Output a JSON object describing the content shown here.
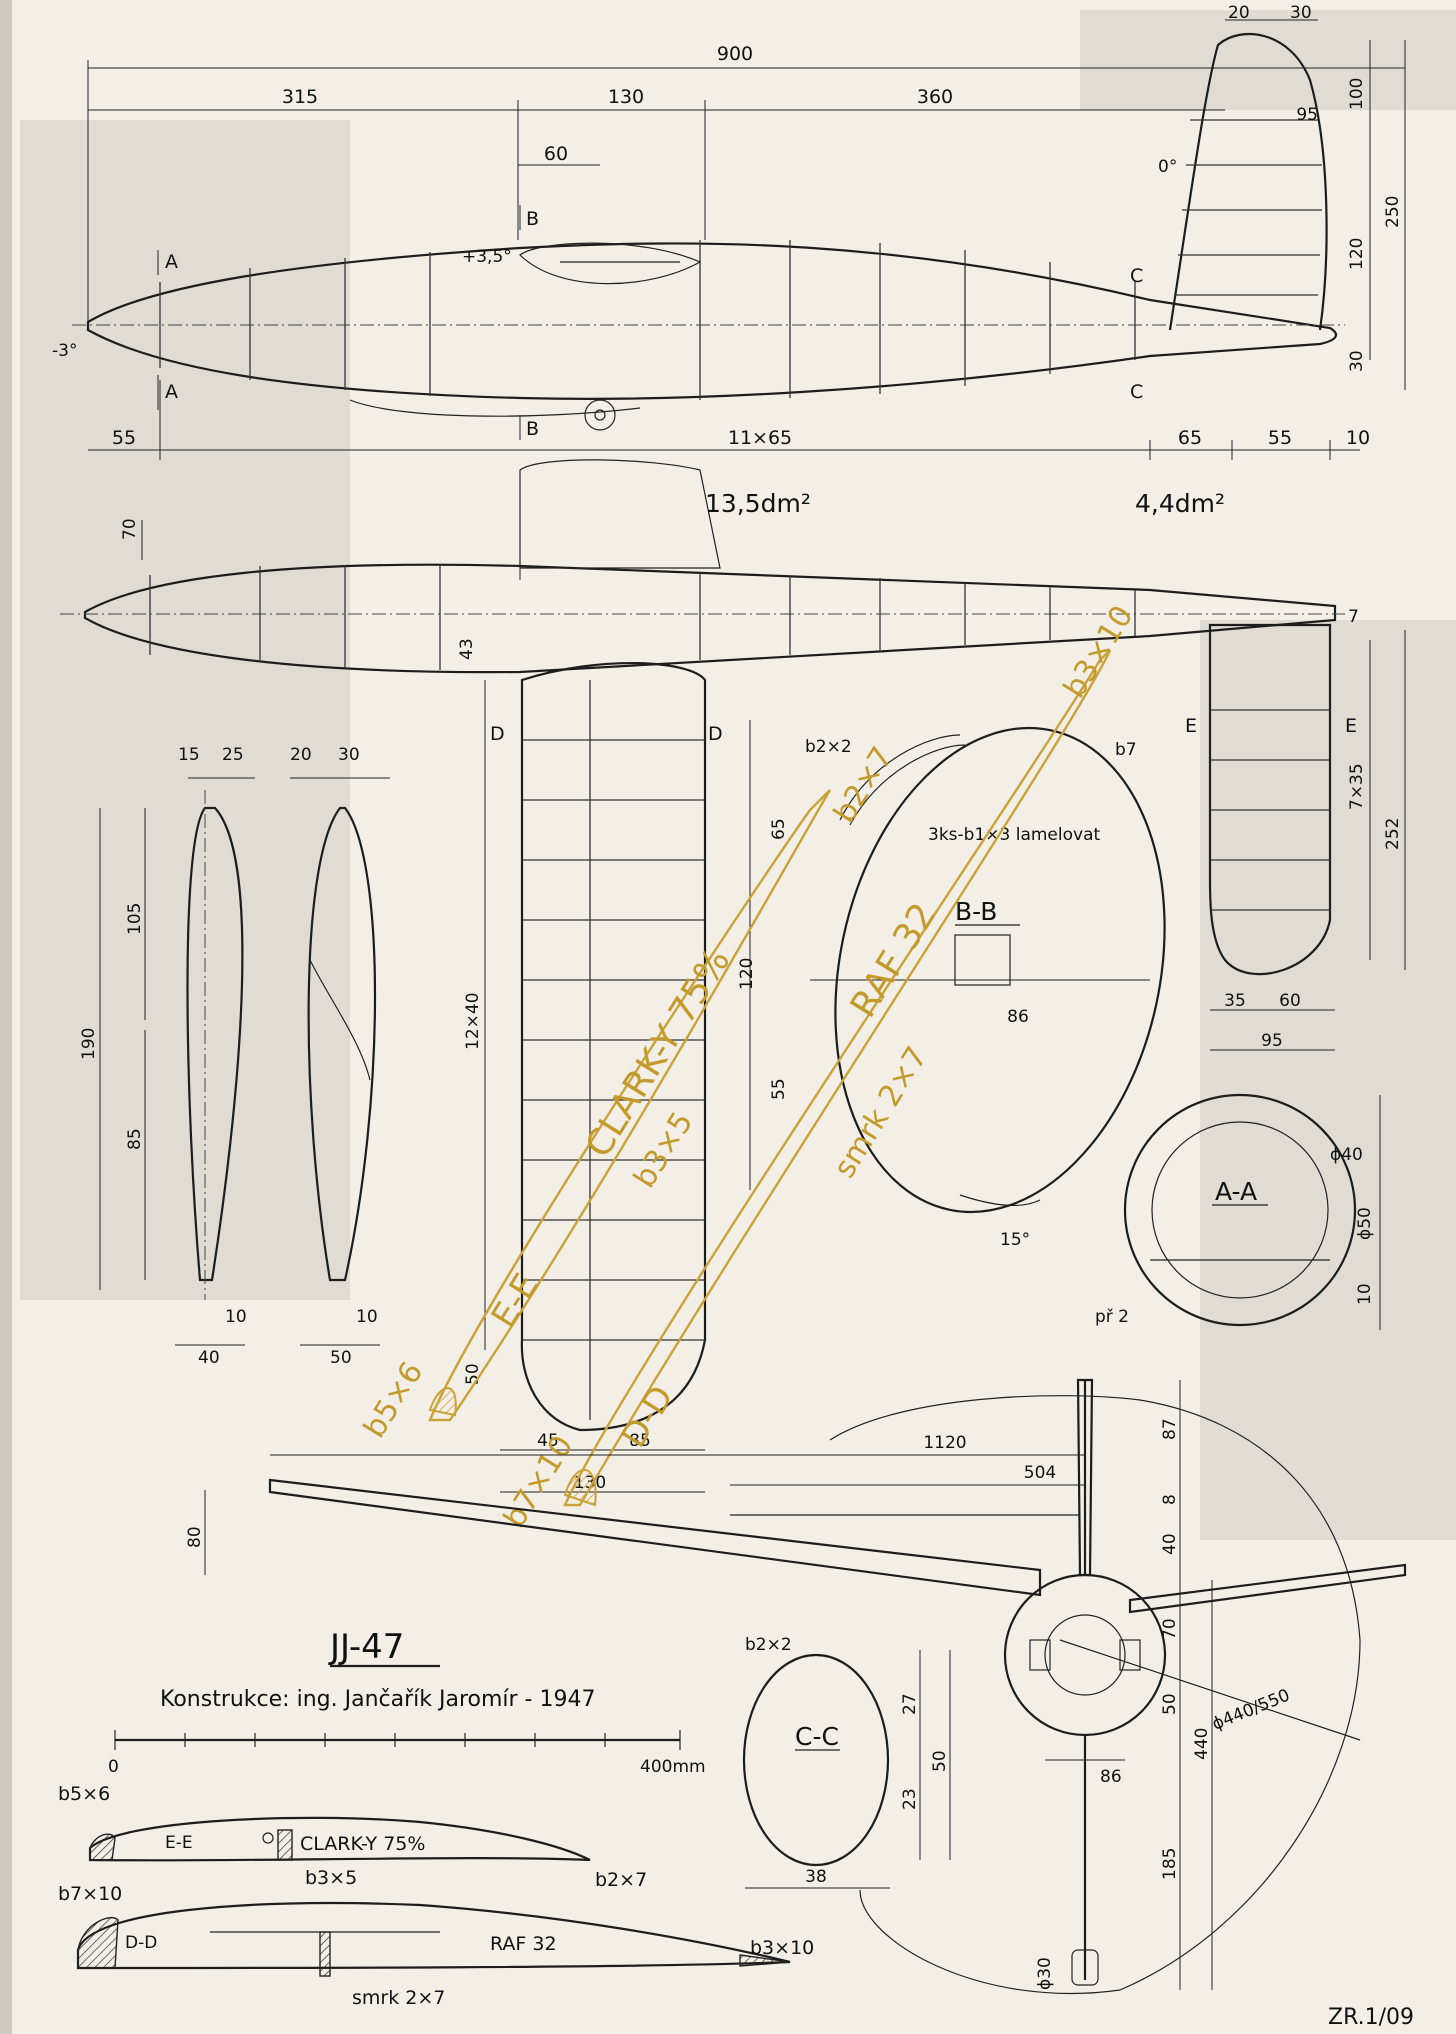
{
  "title": "JJ-47",
  "designer": "Konstrukce: ing. Jančařík Jaromír - 1947",
  "source_ref": "ZR.1/09",
  "scale_bar": {
    "zero": "0",
    "end": "400mm"
  },
  "fuselage": {
    "length": "900",
    "segments": [
      "315",
      "130",
      "360"
    ],
    "nose": "55",
    "ribs": "11×65",
    "tail_segments": [
      "65",
      "55",
      "10"
    ],
    "canopy_offset": "60",
    "wing_incidence": "+3,5°",
    "nose_angle": "-3°",
    "tail_angle": "0°",
    "nose_width": "70",
    "wing_root_chord": "43"
  },
  "section_marks": {
    "a": "A",
    "b": "B",
    "c": "C",
    "d": "D",
    "e": "E"
  },
  "areas": {
    "wing": "13,5dm²",
    "tail": "4,4dm²"
  },
  "fin": {
    "top": [
      "20",
      "30"
    ],
    "chord": "95",
    "heights": [
      "100",
      "120",
      "30"
    ],
    "total_height": "250"
  },
  "stab": {
    "spacing": "7×35",
    "span": "252",
    "bottom": [
      "35",
      "60"
    ],
    "width": "95",
    "tip_offset": "7"
  },
  "wing_plan": {
    "spacing": "12×40",
    "root_marks": [
      "45",
      "85"
    ],
    "root_chord": "130",
    "tip": "50"
  },
  "propeller": {
    "blade_dims": [
      "15",
      "25",
      "20",
      "30"
    ],
    "heights": [
      "105",
      "190",
      "85"
    ],
    "hub": [
      "10",
      "40",
      "10",
      "50"
    ]
  },
  "section_bb": {
    "label": "B-B",
    "spar": "b2×2",
    "laminate": "3ks-b1×3 lamelovat",
    "stringer": "b7",
    "heights": [
      "65",
      "120",
      "55"
    ],
    "width": "86",
    "angle": "15°"
  },
  "section_aa": {
    "label": "A-A",
    "outer": "ϕ50",
    "inner": "ϕ40",
    "bottom": "10",
    "plywood": "př 2"
  },
  "section_cc": {
    "label": "C-C",
    "spar": "b2×2",
    "heights": [
      "27",
      "50",
      "23"
    ],
    "width": "38"
  },
  "airfoil_ee": {
    "label": "E-E",
    "profile": "CLARK-Y 75%",
    "le": "b5×6",
    "spar": "b3×5",
    "te": "b2×7"
  },
  "airfoil_dd": {
    "label": "D-D",
    "profile": "RAF 32",
    "le": "b7×10",
    "spar": "smrk 2×7",
    "te": "b3×10"
  },
  "front_view": {
    "span": "1120",
    "half_span": "504",
    "dihedral": "80",
    "fin_heights": [
      "87",
      "8",
      "40",
      "70",
      "50",
      "440",
      "185"
    ],
    "hub": "86",
    "prop_diameter": "ϕ440/550",
    "wheel": "ϕ30"
  },
  "colors": {
    "paper": "#f3efe6",
    "ink": "#1d1d1d",
    "overlay": "#c9a23a"
  }
}
